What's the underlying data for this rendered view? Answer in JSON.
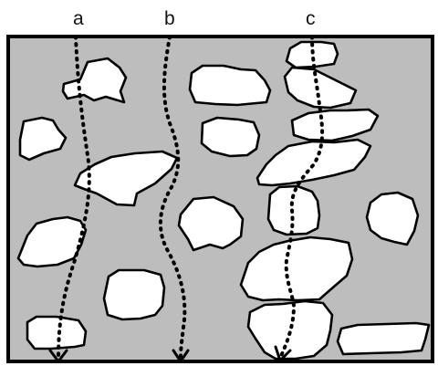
{
  "diagram": {
    "labels": {
      "a": "a",
      "b": "b",
      "c": "c"
    },
    "colors": {
      "matrix_fill": "#bdbdbd",
      "stone_fill": "#ffffff",
      "outline": "#000000"
    }
  }
}
